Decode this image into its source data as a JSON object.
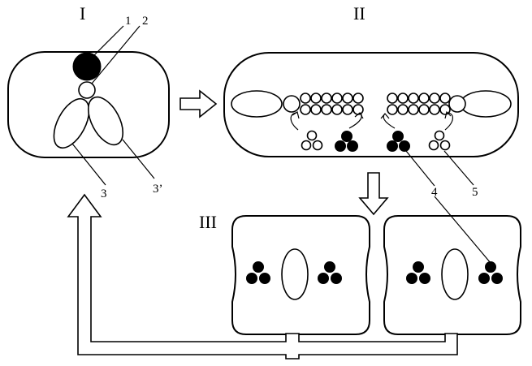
{
  "stages": {
    "s1": "I",
    "s2": "II",
    "s3": "III"
  },
  "labels": {
    "l1": "1",
    "l2": "2",
    "l3": "3",
    "l3p": "3’",
    "l4": "4",
    "l5": "5"
  },
  "colors": {
    "ink": "#000000",
    "paper": "#ffffff"
  }
}
